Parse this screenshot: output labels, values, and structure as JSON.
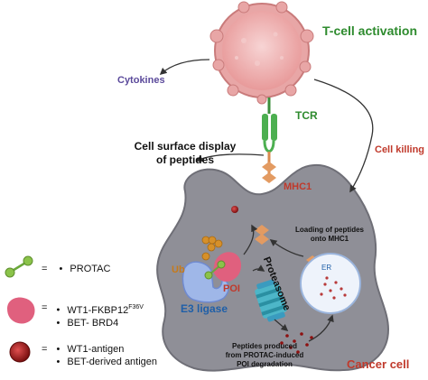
{
  "labels": {
    "t_cell_activation": "T-cell activation",
    "cytokines": "Cytokines",
    "tcr": "TCR",
    "cell_killing": "Cell killing",
    "surface_display_line1": "Cell surface display",
    "surface_display_line2": "of peptides",
    "mhc1": "MHC1",
    "loading_line1": "Loading of peptides",
    "loading_line2": "onto MHC1",
    "er": "ER",
    "ub": "Ub",
    "poi": "POI",
    "e3_ligase": "E3 ligase",
    "proteasome": "Proteasome",
    "peptides_line1": "Peptides produced",
    "peptides_line2": "from PROTAC-induced",
    "peptides_line3": "POI degradation",
    "cancer_cell": "Cancer cell"
  },
  "legend": {
    "equals": "=",
    "bullet": "•",
    "protac": "PROTAC",
    "target_base": "WT1-FKBP12",
    "target_sup": "F36V",
    "target_2": "BET- BRD4",
    "antigen_1": "WT1-antigen",
    "antigen_2": "BET-derived antigen"
  },
  "colors": {
    "green_label": "#2e8b2e",
    "red_label": "#c0392b",
    "purple_label": "#5b4a9b",
    "blue_label": "#1f5fa8",
    "orange_label": "#c77a1a",
    "cancer_cell_fill": "#8e8e96",
    "t_cell_fill": "#f0b8b8",
    "protac_green": "#8bc34a",
    "poi_pink": "#e0607e",
    "antigen_red": "#a01818"
  }
}
